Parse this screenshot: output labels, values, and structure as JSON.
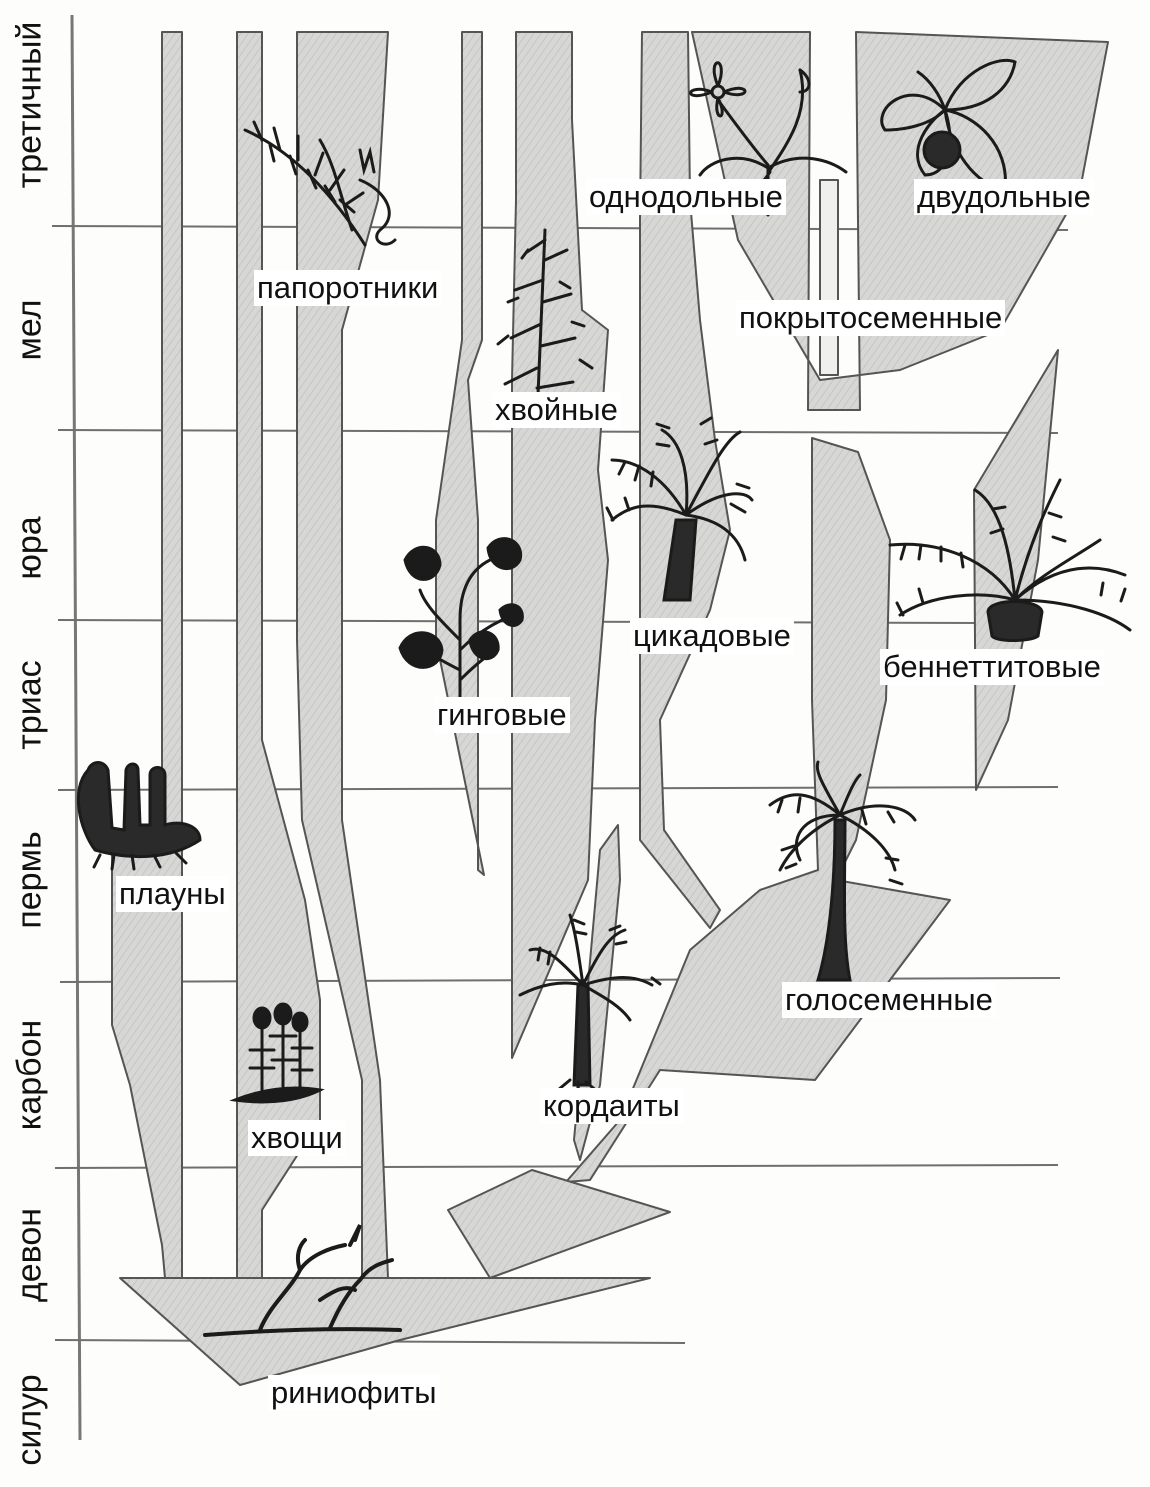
{
  "eras": [
    "третичный",
    "мел",
    "юра",
    "триас",
    "пермь",
    "карбон",
    "девон",
    "силур"
  ],
  "groups": {
    "monocots": "однодольные",
    "dicots": "двудольные",
    "ferns": "папоротники",
    "angiosperms": "покрытосеменные",
    "conifers": "хвойные",
    "cycads": "цикадовые",
    "bennettites": "беннеттитовые",
    "ginkgoes": "гинговые",
    "lycopods": "плауны",
    "gymnosperms": "голосеменные",
    "horsetails": "хвощи",
    "cordaites": "кордаиты",
    "rhyniophytes": "риниофиты"
  },
  "icons": [
    "monocot-flower-icon",
    "dicot-plant-icon",
    "fern-frond-icon",
    "conifer-tree-icon",
    "cycad-palm-icon",
    "bennettite-plant-icon",
    "ginkgo-plant-icon",
    "lycopod-plant-icon",
    "gymnosperm-tree-icon",
    "horsetail-plant-icon",
    "cordaite-tree-icon",
    "rhyniophyte-plant-icon"
  ],
  "colors": {
    "band_fill": "#d6d6d4",
    "band_stroke": "#555555",
    "grid_line": "#6f6f6f",
    "drawing": "#1b1b1b"
  }
}
